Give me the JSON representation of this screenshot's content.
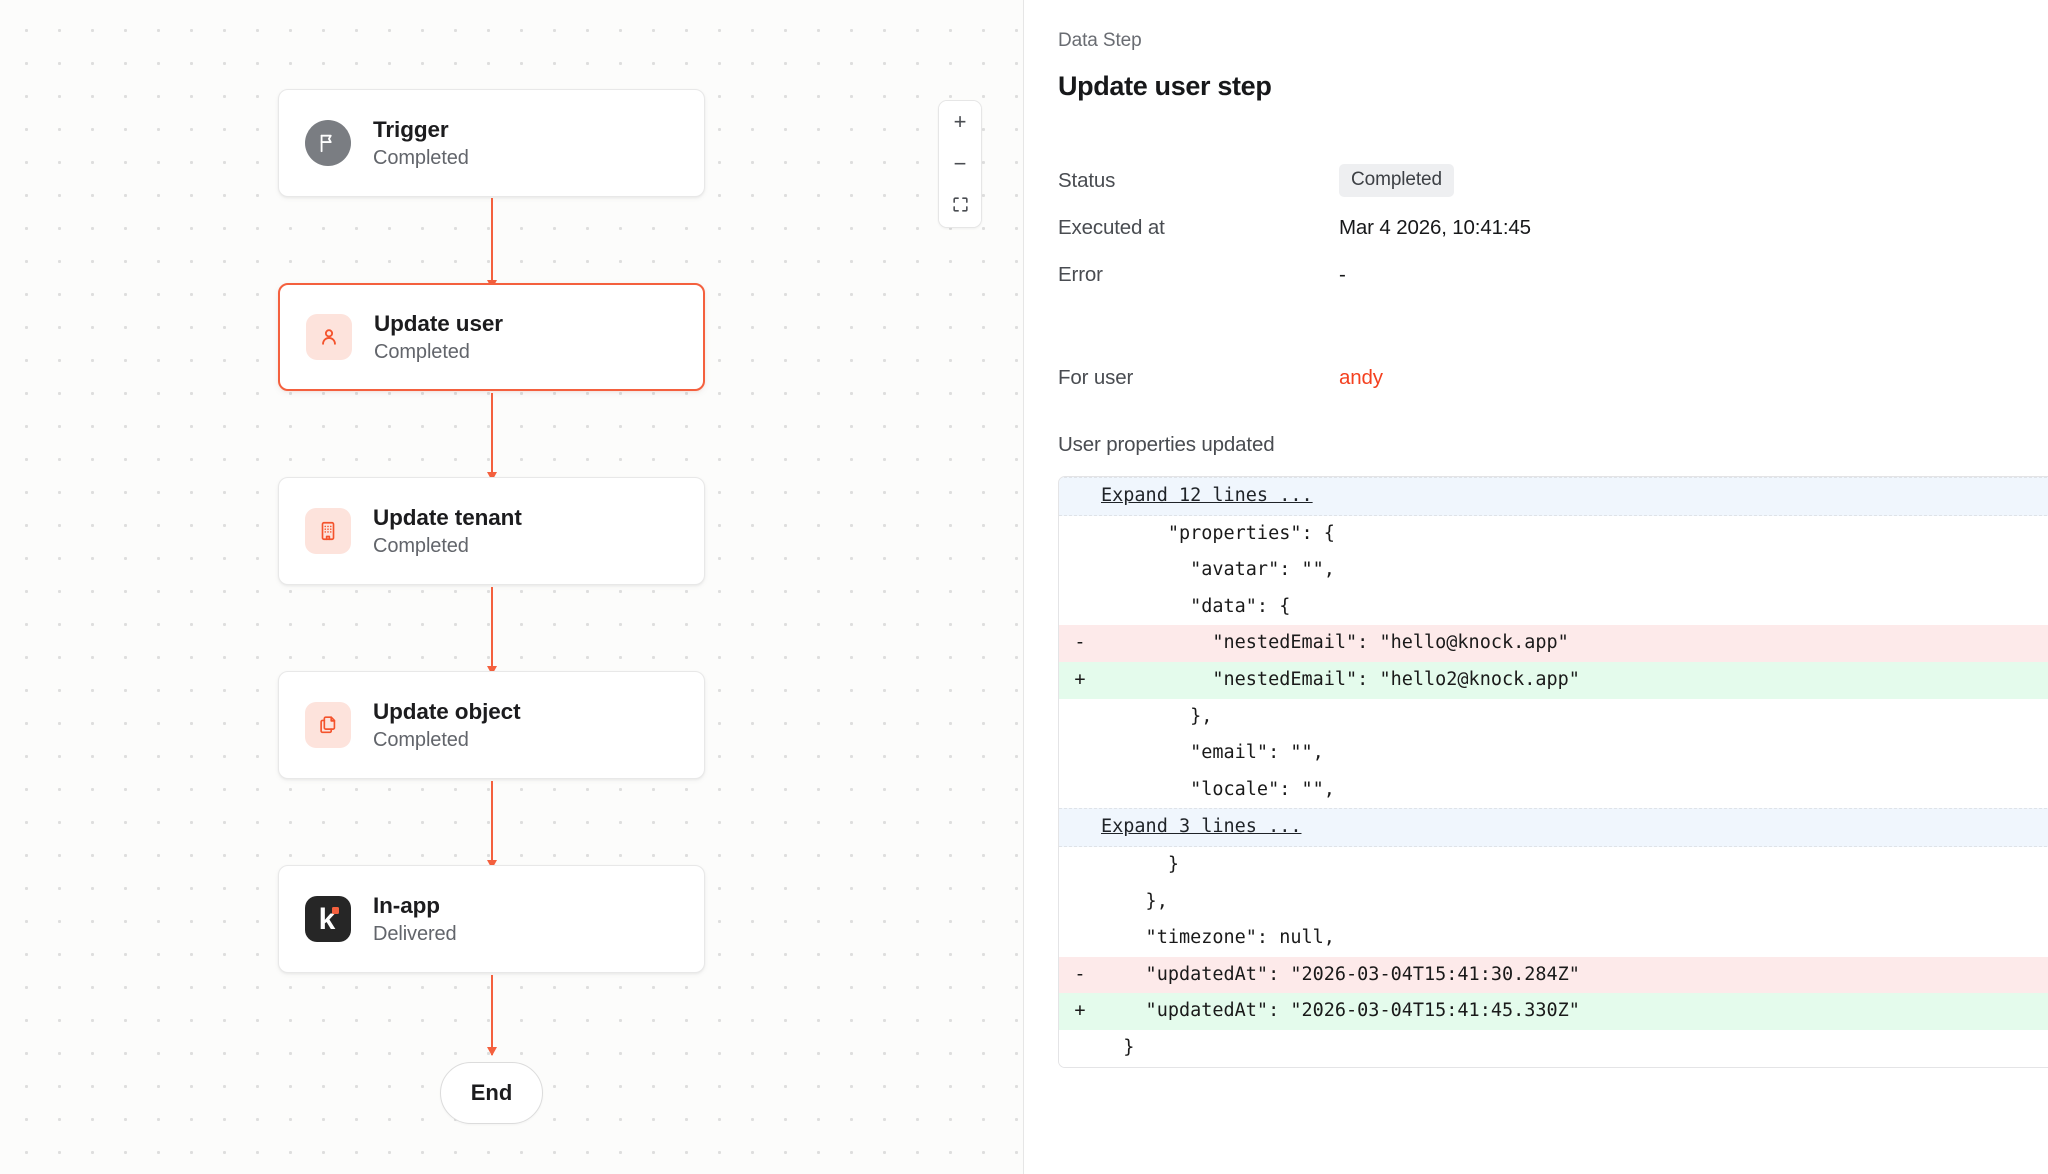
{
  "canvas": {
    "nodes": [
      {
        "title": "Trigger",
        "status": "Completed",
        "icon": "flag-icon",
        "icon_style": "trigger",
        "selected": false
      },
      {
        "title": "Update user",
        "status": "Completed",
        "icon": "user-icon",
        "icon_style": "soft",
        "selected": true
      },
      {
        "title": "Update tenant",
        "status": "Completed",
        "icon": "building-icon",
        "icon_style": "soft",
        "selected": false
      },
      {
        "title": "Update object",
        "status": "Completed",
        "icon": "copy-icon",
        "icon_style": "soft",
        "selected": false
      },
      {
        "title": "In-app",
        "status": "Delivered",
        "icon": "knock-logo-icon",
        "icon_style": "knock",
        "selected": false
      }
    ],
    "end_label": "End",
    "zoom_controls": [
      {
        "name": "zoom-in-button",
        "glyph": "+"
      },
      {
        "name": "zoom-out-button",
        "glyph": "−"
      },
      {
        "name": "fit-view-button",
        "glyph": "fit"
      }
    ],
    "accent_color": "#f4603e"
  },
  "panel": {
    "eyebrow": "Data Step",
    "title": "Update user step",
    "meta": [
      {
        "label": "Status",
        "value": "Completed",
        "type": "badge"
      },
      {
        "label": "Executed at",
        "value": "Mar 4 2026, 10:41:45",
        "type": "text"
      },
      {
        "label": "Error",
        "value": "-",
        "type": "text"
      }
    ],
    "for_user_label": "For user",
    "for_user_value": "andy",
    "properties_label": "User properties updated"
  },
  "diff": {
    "lines": [
      {
        "type": "expand",
        "gutter": "",
        "code": "Expand 12 lines ..."
      },
      {
        "type": "ctx",
        "gutter": "",
        "code": "      \"properties\": {"
      },
      {
        "type": "ctx",
        "gutter": "",
        "code": "        \"avatar\": \"\","
      },
      {
        "type": "ctx",
        "gutter": "",
        "code": "        \"data\": {"
      },
      {
        "type": "del",
        "gutter": "-",
        "code": "          \"nestedEmail\": \"hello@knock.app\""
      },
      {
        "type": "add",
        "gutter": "+",
        "code": "          \"nestedEmail\": \"hello2@knock.app\""
      },
      {
        "type": "ctx",
        "gutter": "",
        "code": "        },"
      },
      {
        "type": "ctx",
        "gutter": "",
        "code": "        \"email\": \"\","
      },
      {
        "type": "ctx",
        "gutter": "",
        "code": "        \"locale\": \"\","
      },
      {
        "type": "expand",
        "gutter": "",
        "code": "Expand 3 lines ..."
      },
      {
        "type": "ctx",
        "gutter": "",
        "code": "      }"
      },
      {
        "type": "ctx",
        "gutter": "",
        "code": "    },"
      },
      {
        "type": "ctx",
        "gutter": "",
        "code": "    \"timezone\": null,"
      },
      {
        "type": "del",
        "gutter": "-",
        "code": "    \"updatedAt\": \"2026-03-04T15:41:30.284Z\""
      },
      {
        "type": "add",
        "gutter": "+",
        "code": "    \"updatedAt\": \"2026-03-04T15:41:45.330Z\""
      },
      {
        "type": "ctx",
        "gutter": "",
        "code": "  }"
      }
    ],
    "colors": {
      "added_bg": "#e4fbec",
      "removed_bg": "#fdeaea",
      "expand_bg": "#f0f6fd"
    }
  }
}
